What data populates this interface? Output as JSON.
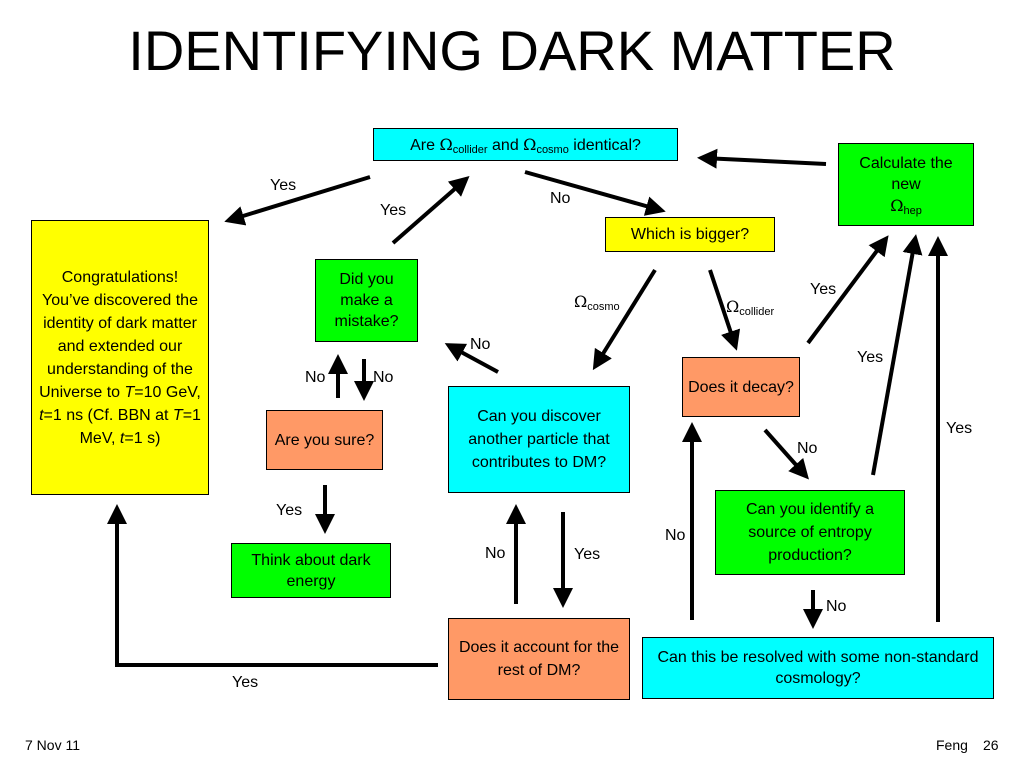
{
  "title": "IDENTIFYING DARK MATTER",
  "nodes": {
    "identical": {
      "pre": "Are ",
      "omega": "Ω",
      "sub1": "collider",
      "mid": " and ",
      "sub2": "cosmo",
      "post": " identical?"
    },
    "calculate": {
      "line1": "Calculate the",
      "line2": "new",
      "omega": "Ω",
      "sub": "hep"
    },
    "congrats": {
      "text": "Congratulations! You’ve discovered the identity of dark matter and extended our understanding of the Universe to ",
      "T1": "T",
      "t1": "=10 GeV, ",
      "t2v": "t",
      "t2": "=1 ns (Cf. BBN at ",
      "T2": "T",
      "t3": "=1 MeV, ",
      "t4v": "t",
      "t4": "=1 s)"
    },
    "which_bigger": "Which is bigger?",
    "mistake": "Did you make a mistake?",
    "sure": "Are you sure?",
    "dark_energy": "Think about dark energy",
    "discover_particle": "Can you discover another particle that contributes to DM?",
    "decay": "Does it decay?",
    "entropy": "Can you identify a source of entropy production?",
    "account": "Does it account for the rest of DM?",
    "nonstandard": "Can this be resolved with some non-standard cosmology?"
  },
  "labels": {
    "yes": "Yes",
    "no": "No",
    "omega": "Ω",
    "cosmo": "cosmo",
    "collider": "collider"
  },
  "footer": {
    "date": "7 Nov 11",
    "author": "Feng",
    "page": "26"
  }
}
